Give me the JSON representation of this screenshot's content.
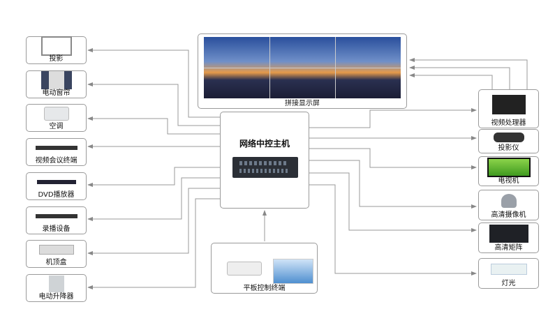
{
  "center": {
    "title": "网络中控主机"
  },
  "screen": {
    "label": "拼接显示屏"
  },
  "controller": {
    "label": "平板控制终端"
  },
  "left_devices": [
    {
      "label": "投影",
      "icon": "projection-screen-icon"
    },
    {
      "label": "电动窗帘",
      "icon": "curtain-icon"
    },
    {
      "label": "空调",
      "icon": "air-conditioner-icon"
    },
    {
      "label": "视频会议终端",
      "icon": "rack-device-icon"
    },
    {
      "label": "DVD播放器",
      "icon": "dvd-player-icon"
    },
    {
      "label": "录播设备",
      "icon": "rack-device-icon"
    },
    {
      "label": "机顶盒",
      "icon": "set-top-box-icon"
    },
    {
      "label": "电动升降器",
      "icon": "lift-icon"
    }
  ],
  "right_devices": [
    {
      "label": "视频处理器",
      "icon": "video-processor-icon"
    },
    {
      "label": "投影仪",
      "icon": "projector-icon"
    },
    {
      "label": "电视机",
      "icon": "tv-icon"
    },
    {
      "label": "高清摄像机",
      "icon": "camera-icon"
    },
    {
      "label": "高清矩阵",
      "icon": "matrix-icon"
    },
    {
      "label": "灯光",
      "icon": "light-icon"
    }
  ]
}
